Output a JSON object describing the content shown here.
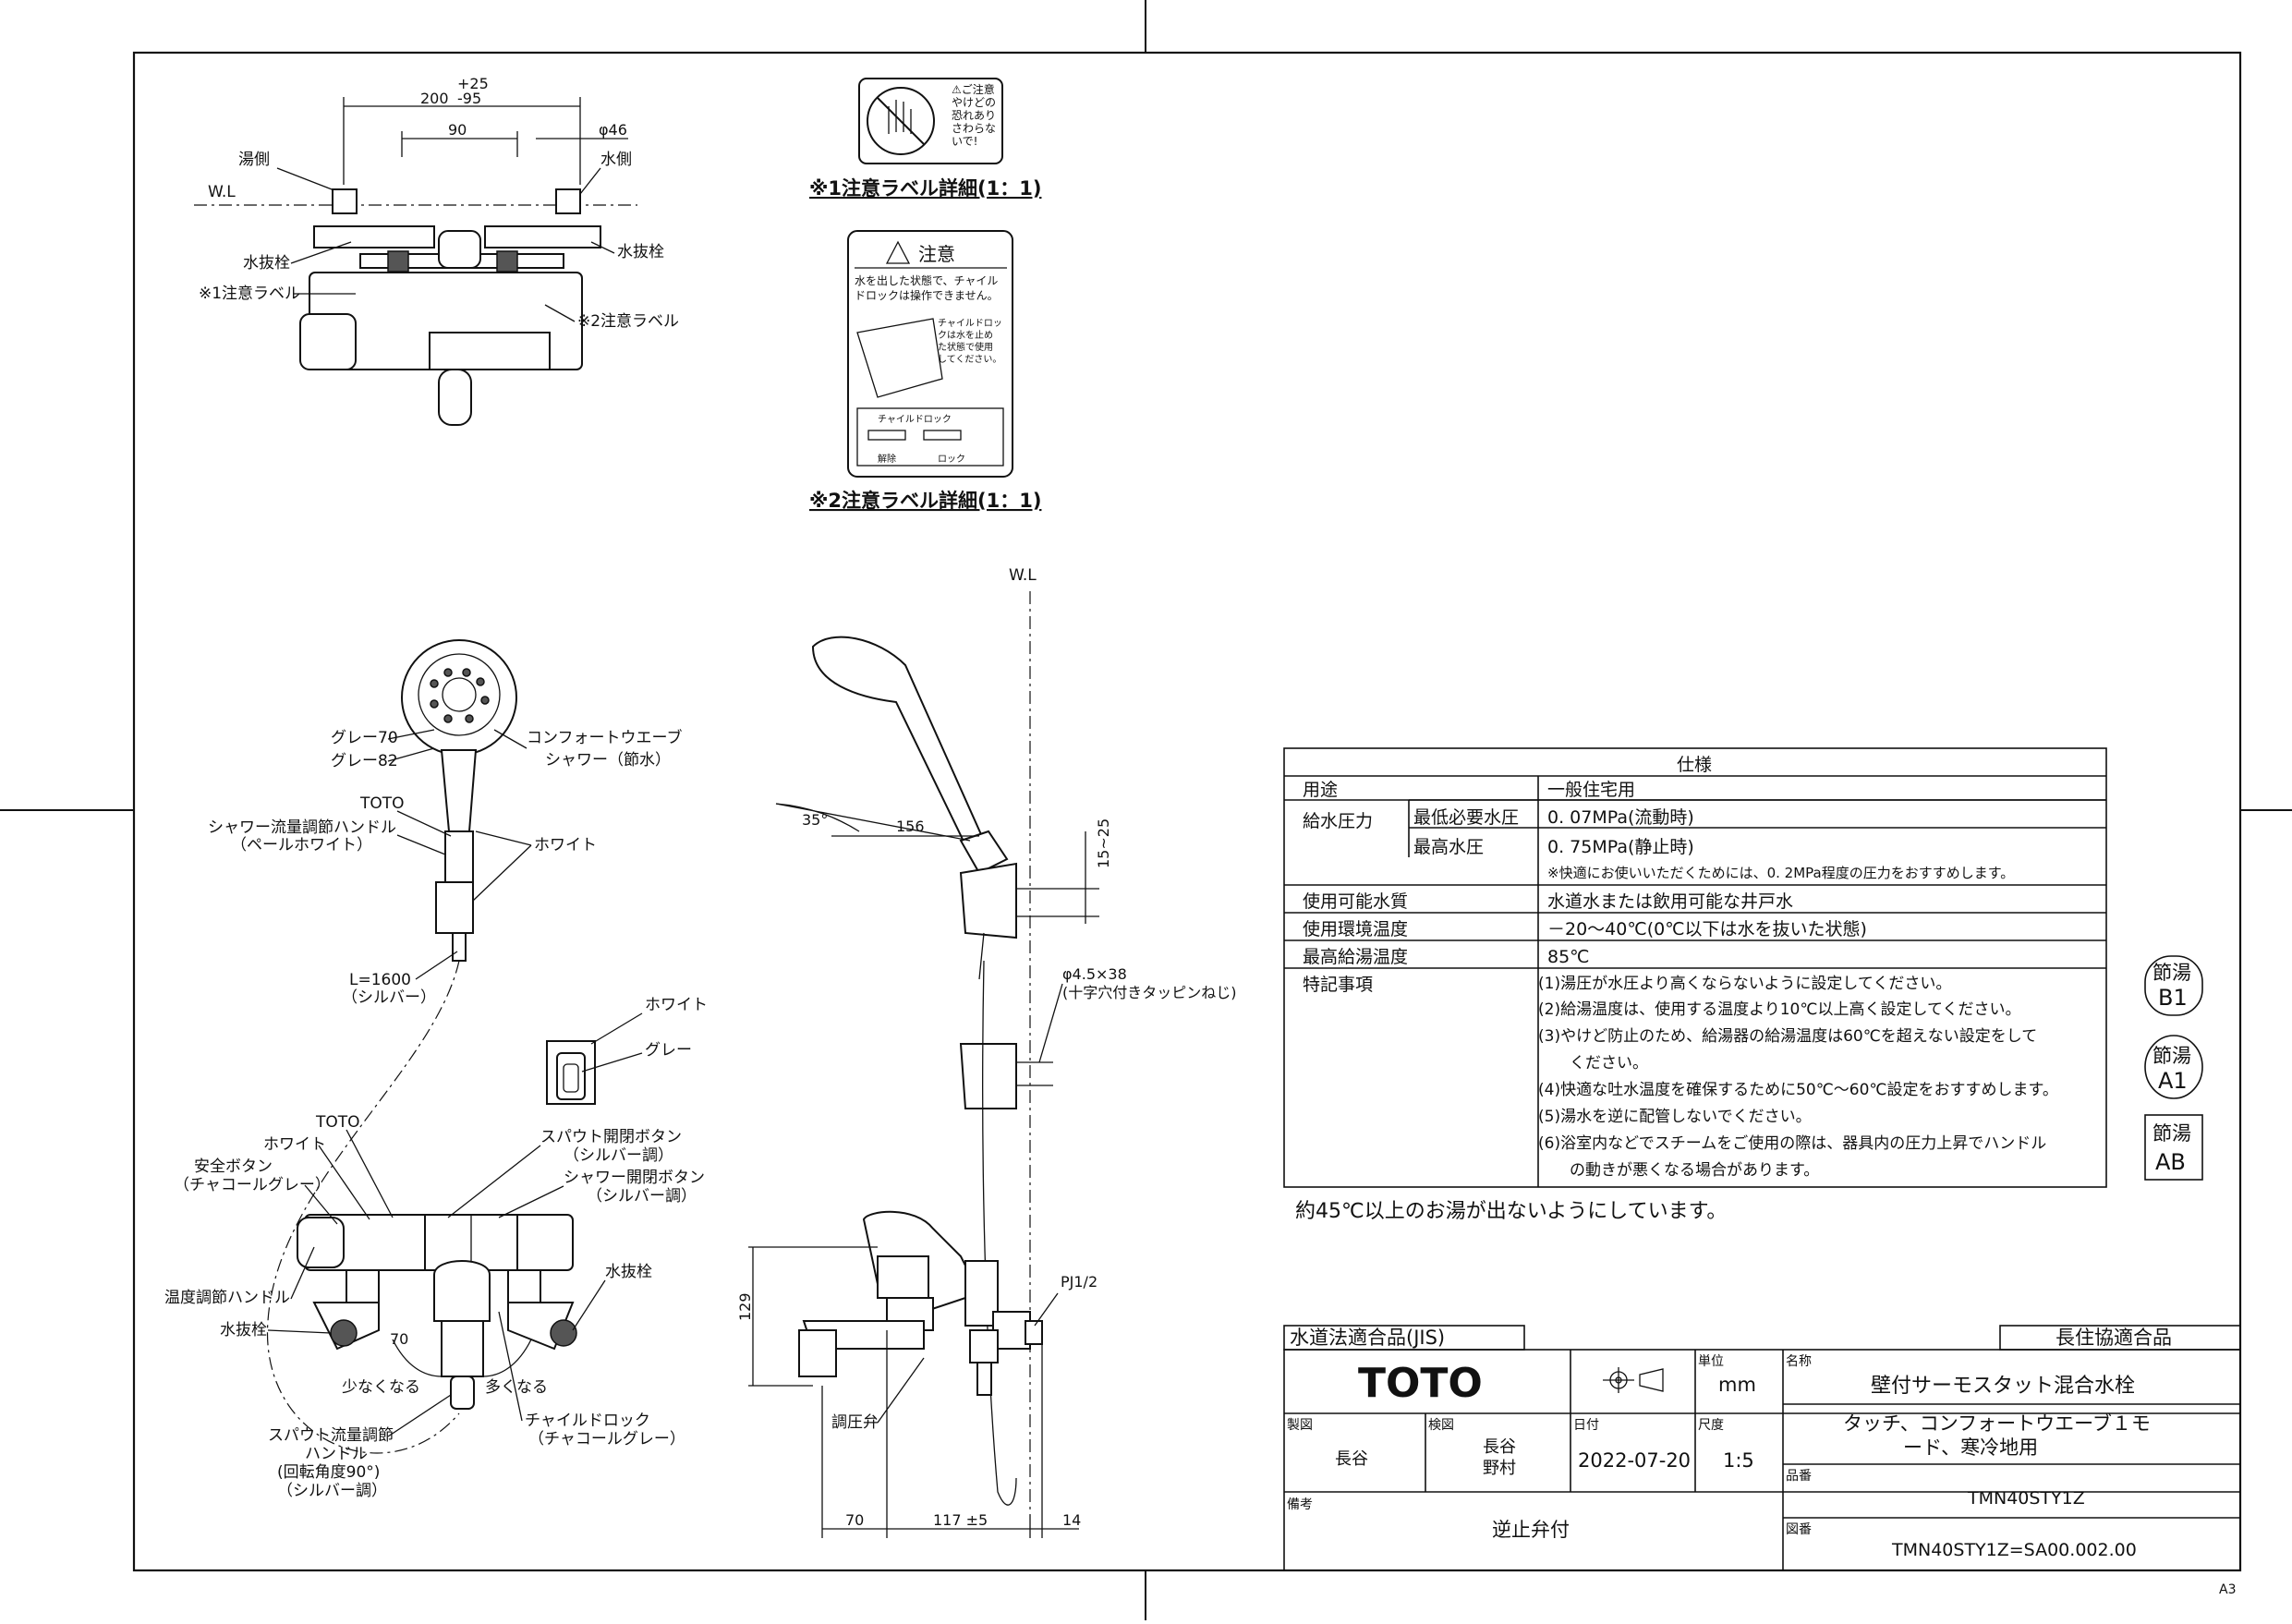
{
  "drawing": {
    "top_view": {
      "dim_total": "200",
      "dim_tol_plus": "+25",
      "dim_tol_minus": "-95",
      "dim_90": "90",
      "dim_phi46": "φ46",
      "yugawa": "湯側",
      "mizugawa": "水側",
      "wl": "W.L",
      "mizunuki_left": "水抜栓",
      "mizunuki_right": "水抜栓",
      "caution1": "※1注意ラベル",
      "caution2": "※2注意ラベル"
    },
    "label1": {
      "caption": "※1注意ラベル詳細(1：1)",
      "text_lines": [
        "⚠ご注意",
        "やけどの",
        "恐れあり",
        "さわらな",
        "いで!"
      ]
    },
    "label2": {
      "caption": "※2注意ラベル詳細(1：1)",
      "heading": "注意",
      "line1": "水を出した状態で、チャイル",
      "line2": "ドロックは操作できません。",
      "side1": "チャイルドロッ",
      "side2": "クは水を止め",
      "side3": "た状態で使用",
      "side4": "してください。",
      "childlock": "チャイルドロック",
      "release": "解除",
      "lock": "ロック"
    },
    "shower": {
      "grey70": "グレー70",
      "grey82": "グレー82",
      "comfort1": "コンフォートウエーブ",
      "comfort2": "シャワー（節水）",
      "toto": "TOTO",
      "handle1": "シャワー流量調節ハンドル",
      "handle2": "（ペールホワイト）",
      "white": "ホワイト",
      "hose1": "L=1600",
      "hose2": "（シルバー）",
      "holder_white": "ホワイト",
      "holder_grey": "グレー"
    },
    "front": {
      "toto": "TOTO",
      "white": "ホワイト",
      "safety1": "安全ボタン",
      "safety2": "（チャコールグレー）",
      "temp": "温度調節ハンドル",
      "mizunuki_l": "水抜栓",
      "mizunuki_r": "水抜栓",
      "spout1": "スパウト開閉ボタン",
      "spout2": "（シルバー調）",
      "shower1": "シャワー開閉ボタン",
      "shower2": "（シルバー調）",
      "dim70": "70",
      "less": "少なくなる",
      "more": "多くなる",
      "spflow1": "スパウト流量調節",
      "spflow2": "ハンドル",
      "spflow3": "(回転角度90°)",
      "spflow4": "（シルバー調）",
      "childlock1": "チャイルドロック",
      "childlock2": "（チャコールグレー）"
    },
    "side": {
      "wl": "W.L",
      "angle": "35°",
      "dim156": "156",
      "dim15_25": "15~25",
      "screw1": "φ4.5×38",
      "screw2": "(十字穴付きタッピンねじ)",
      "dim129": "129",
      "pj": "PJ1/2",
      "valve": "調圧弁",
      "dim70": "70",
      "dim117": "117 ±5",
      "dim14": "14"
    }
  },
  "spec": {
    "title": "仕様",
    "rows": [
      {
        "key": "用途",
        "sub": "",
        "val": "一般住宅用"
      },
      {
        "key": "給水圧力",
        "sub": "最低必要水圧",
        "val": "0. 07MPa(流動時)"
      },
      {
        "key": "",
        "sub": "最高水圧",
        "val": "0. 75MPa(静止時)"
      },
      {
        "key": "",
        "sub": "",
        "val": "※快適にお使いいただくためには、0. 2MPa程度の圧力をおすすめします。"
      },
      {
        "key": "使用可能水質",
        "sub": "",
        "val": "水道水または飲用可能な井戸水"
      },
      {
        "key": "使用環境温度",
        "sub": "",
        "val": "－20～40℃(0℃以下は水を抜いた状態)"
      },
      {
        "key": "最高給湯温度",
        "sub": "",
        "val": "85℃"
      }
    ],
    "notes_key": "特記事項",
    "notes": [
      "(1)湯圧が水圧より高くならないように設定してください。",
      "(2)給湯温度は、使用する温度より10℃以上高く設定してください。",
      "(3)やけど防止のため、給湯器の給湯温度は60℃を超えない設定をして",
      "　　ください。",
      "(4)快適な吐水温度を確保するために50℃～60℃設定をおすすめします。",
      "(5)湯水を逆に配管しないでください。",
      "(6)浴室内などでスチームをご使用の際は、器具内の圧力上昇でハンドル",
      "　　の動きが悪くなる場合があります。"
    ],
    "footnote": "約45℃以上のお湯が出ないようにしています。"
  },
  "badges": [
    {
      "top": "節湯",
      "bottom": "B1"
    },
    {
      "top": "節湯",
      "bottom": "A1"
    },
    {
      "top": "節湯",
      "bottom": "AB"
    }
  ],
  "title_block": {
    "jis": "水道法適合品(JIS)",
    "choju": "長住協適合品",
    "brand": "TOTO",
    "unit_label": "単位",
    "unit": "mm",
    "name_label": "名称",
    "name": "壁付サーモスタット混合水栓",
    "subname1": "タッチ、コンフォートウエーブ１モ",
    "subname2": "ード、寒冷地用",
    "seizu_label": "製図",
    "seizu": "長谷",
    "kenzu_label": "検図",
    "kenzu1": "長谷",
    "kenzu2": "野村",
    "date_label": "日付",
    "date": "2022-07-20",
    "scale_label": "尺度",
    "scale": "1:5",
    "part_label": "品番",
    "part": "TMN40STY1Z",
    "note_label": "備考",
    "note": "逆止弁付",
    "dwg_label": "図番",
    "dwg": "TMN40STY1Z=SA00.002.00",
    "paper": "A3"
  }
}
